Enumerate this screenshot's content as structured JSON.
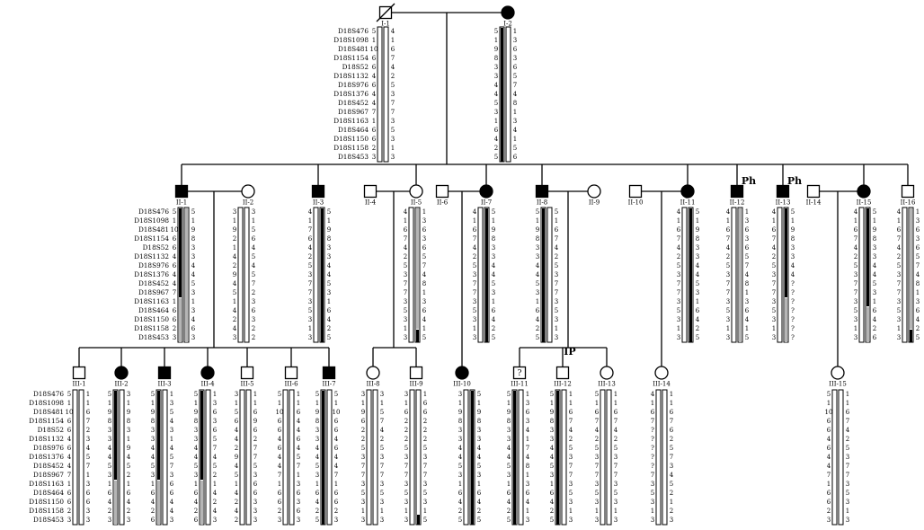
{
  "markers": [
    "D18S476",
    "D18S1098",
    "D18S481",
    "D18S1154",
    "D18S52",
    "D18S1132",
    "D18S976",
    "D18S1376",
    "D18S452",
    "D18S967",
    "D18S1163",
    "D18S464",
    "D18S1150",
    "D18S1158",
    "D18S453"
  ],
  "individuals": [
    {
      "id": "I-1",
      "sex": "M",
      "affected": false,
      "deceased": true,
      "hap_left": [
        "5",
        "1",
        "10",
        "6",
        "6",
        "4",
        "6",
        "4",
        "4",
        "7",
        "1",
        "6",
        "6",
        "2",
        "3"
      ],
      "hap_right": [
        "4",
        "1",
        "6",
        "7",
        "4",
        "2",
        "5",
        "3",
        "7",
        "7",
        "3",
        "5",
        "3",
        "1",
        "3"
      ],
      "fills": [
        "none",
        "none"
      ]
    },
    {
      "id": "I-2",
      "sex": "F",
      "affected": true,
      "hap_left": [
        "5",
        "1",
        "9",
        "8",
        "3",
        "3",
        "4",
        "4",
        "5",
        "3",
        "1",
        "6",
        "4",
        "2",
        "5"
      ],
      "hap_right": [
        "1",
        "3",
        "6",
        "3",
        "6",
        "5",
        "7",
        "4",
        "8",
        "1",
        "3",
        "4",
        "1",
        "5",
        "6"
      ],
      "fills": [
        "black",
        "none"
      ]
    },
    {
      "id": "II-1",
      "sex": "M",
      "affected": true,
      "hap_left": [
        "5",
        "1",
        "10",
        "6",
        "6",
        "4",
        "6",
        "4",
        "4",
        "7",
        "1",
        "6",
        "6",
        "2",
        "3"
      ],
      "hap_right": [
        "5",
        "1",
        "9",
        "8",
        "3",
        "3",
        "4",
        "4",
        "5",
        "3",
        "1",
        "3",
        "4",
        "6",
        "3"
      ],
      "fills": [
        "black_grey_lower",
        "grey"
      ]
    },
    {
      "id": "II-2",
      "sex": "F",
      "affected": false,
      "hap_left": [
        "3",
        "1",
        "9",
        "2",
        "1",
        "4",
        "2",
        "9",
        "4",
        "5",
        "1",
        "4",
        "2",
        "4",
        "3"
      ],
      "hap_right": [
        "3",
        "1",
        "5",
        "6",
        "4",
        "5",
        "4",
        "5",
        "7",
        "2",
        "3",
        "6",
        "3",
        "2",
        "2"
      ],
      "fills": [
        "none",
        "none"
      ]
    },
    {
      "id": "II-3",
      "sex": "M",
      "affected": true,
      "hap_left": [
        "4",
        "1",
        "7",
        "6",
        "4",
        "2",
        "5",
        "3",
        "7",
        "7",
        "3",
        "5",
        "3",
        "1",
        "3"
      ],
      "hap_right": [
        "5",
        "1",
        "9",
        "8",
        "3",
        "3",
        "4",
        "4",
        "5",
        "3",
        "1",
        "6",
        "4",
        "2",
        "5"
      ],
      "fills": [
        "none",
        "black"
      ]
    },
    {
      "id": "II-4",
      "sex": "M",
      "affected": false
    },
    {
      "id": "II-5",
      "sex": "F",
      "affected": false,
      "hap_left": [
        "4",
        "1",
        "6",
        "7",
        "4",
        "2",
        "5",
        "3",
        "7",
        "7",
        "3",
        "5",
        "3",
        "1",
        "3"
      ],
      "hap_right": [
        "1",
        "3",
        "6",
        "3",
        "6",
        "5",
        "7",
        "4",
        "8",
        "1",
        "3",
        "6",
        "4",
        "1",
        "5"
      ],
      "fills": [
        "none",
        "grey_black_tail"
      ]
    },
    {
      "id": "II-6",
      "sex": "M",
      "affected": false
    },
    {
      "id": "II-7",
      "sex": "F",
      "affected": true,
      "hap_left": [
        "4",
        "1",
        "6",
        "7",
        "4",
        "2",
        "5",
        "3",
        "7",
        "7",
        "3",
        "5",
        "3",
        "1",
        "3"
      ],
      "hap_right": [
        "5",
        "1",
        "9",
        "8",
        "3",
        "3",
        "4",
        "4",
        "5",
        "3",
        "1",
        "6",
        "4",
        "2",
        "5"
      ],
      "fills": [
        "none",
        "black"
      ]
    },
    {
      "id": "II-8",
      "sex": "M",
      "affected": true,
      "hap_left": [
        "5",
        "1",
        "9",
        "8",
        "3",
        "3",
        "4",
        "4",
        "5",
        "3",
        "1",
        "6",
        "4",
        "2",
        "5"
      ],
      "hap_right": [
        "5",
        "1",
        "6",
        "7",
        "4",
        "2",
        "5",
        "3",
        "7",
        "7",
        "3",
        "5",
        "3",
        "1",
        "3"
      ],
      "fills": [
        "black",
        "none"
      ]
    },
    {
      "id": "II-9",
      "sex": "F",
      "affected": false
    },
    {
      "id": "II-10",
      "sex": "M",
      "affected": false
    },
    {
      "id": "II-11",
      "sex": "F",
      "affected": true,
      "hap_left": [
        "4",
        "1",
        "6",
        "7",
        "4",
        "2",
        "5",
        "3",
        "7",
        "7",
        "3",
        "5",
        "3",
        "1",
        "3"
      ],
      "hap_right": [
        "5",
        "1",
        "9",
        "8",
        "3",
        "3",
        "4",
        "4",
        "5",
        "3",
        "1",
        "6",
        "4",
        "2",
        "5"
      ],
      "fills": [
        "none",
        "black"
      ]
    },
    {
      "id": "II-12",
      "sex": "M",
      "affected": true,
      "label": "Ph",
      "hap_left": [
        "4",
        "1",
        "6",
        "7",
        "4",
        "2",
        "5",
        "3",
        "7",
        "7",
        "3",
        "5",
        "3",
        "1",
        "3"
      ],
      "hap_right": [
        "1",
        "3",
        "6",
        "3",
        "6",
        "5",
        "7",
        "4",
        "8",
        "1",
        "3",
        "6",
        "4",
        "1",
        "5"
      ],
      "fills": [
        "none",
        "grey"
      ]
    },
    {
      "id": "II-13",
      "sex": "M",
      "affected": true,
      "label": "Ph",
      "hap_left": [
        "4",
        "1",
        "6",
        "7",
        "4",
        "2",
        "5",
        "3",
        "7",
        "7",
        "3",
        "5",
        "3",
        "1",
        "3"
      ],
      "hap_right": [
        "5",
        "1",
        "9",
        "8",
        "3",
        "3",
        "4",
        "4",
        "?",
        "?",
        "?",
        "?",
        "?",
        "?",
        "?"
      ],
      "fills": [
        "none",
        "black_grey_lower"
      ]
    },
    {
      "id": "II-14",
      "sex": "M",
      "affected": false
    },
    {
      "id": "II-15",
      "sex": "F",
      "affected": true,
      "hap_left": [
        "4",
        "1",
        "6",
        "7",
        "4",
        "2",
        "5",
        "3",
        "7",
        "7",
        "3",
        "5",
        "3",
        "1",
        "3"
      ],
      "hap_right": [
        "5",
        "1",
        "9",
        "8",
        "3",
        "3",
        "4",
        "4",
        "5",
        "3",
        "1",
        "6",
        "4",
        "2",
        "6"
      ],
      "fills": [
        "none",
        "black_grey_tail"
      ]
    },
    {
      "id": "II-16",
      "sex": "M",
      "affected": false,
      "hap_left": [
        "4",
        "1",
        "6",
        "7",
        "4",
        "2",
        "5",
        "3",
        "7",
        "7",
        "3",
        "5",
        "3",
        "1",
        "3"
      ],
      "hap_right": [
        "1",
        "3",
        "6",
        "3",
        "6",
        "5",
        "7",
        "4",
        "8",
        "1",
        "3",
        "6",
        "4",
        "2",
        "5"
      ],
      "fills": [
        "none",
        "grey_black_tail"
      ]
    },
    {
      "id": "III-1",
      "sex": "M",
      "affected": false,
      "hap_left": [
        "5",
        "1",
        "10",
        "6",
        "6",
        "4",
        "6",
        "4",
        "4",
        "7",
        "1",
        "6",
        "6",
        "2",
        "3"
      ],
      "hap_right": [
        "1",
        "1",
        "6",
        "7",
        "2",
        "3",
        "4",
        "5",
        "7",
        "1",
        "3",
        "6",
        "6",
        "3",
        "3"
      ],
      "fills": [
        "none",
        "none"
      ]
    },
    {
      "id": "III-2",
      "sex": "F",
      "affected": true,
      "hap_left": [
        "5",
        "1",
        "9",
        "8",
        "3",
        "3",
        "4",
        "4",
        "5",
        "3",
        "1",
        "6",
        "4",
        "2",
        "3"
      ],
      "hap_right": [
        "3",
        "1",
        "9",
        "8",
        "3",
        "1",
        "9",
        "4",
        "5",
        "2",
        "1",
        "6",
        "4",
        "2",
        "3"
      ],
      "fills": [
        "black_grey_lower",
        "none"
      ]
    },
    {
      "id": "III-3",
      "sex": "M",
      "affected": true,
      "hap_left": [
        "5",
        "1",
        "9",
        "8",
        "3",
        "3",
        "4",
        "4",
        "5",
        "3",
        "1",
        "6",
        "4",
        "2",
        "6"
      ],
      "hap_right": [
        "1",
        "3",
        "5",
        "4",
        "3",
        "1",
        "4",
        "5",
        "7",
        "3",
        "6",
        "6",
        "4",
        "4",
        "3"
      ],
      "fills": [
        "black_grey_lower",
        "none"
      ]
    },
    {
      "id": "III-4",
      "sex": "F",
      "affected": true,
      "hap_left": [
        "5",
        "1",
        "9",
        "8",
        "3",
        "3",
        "4",
        "4",
        "5",
        "3",
        "1",
        "6",
        "4",
        "2",
        "6"
      ],
      "hap_right": [
        "1",
        "3",
        "6",
        "3",
        "6",
        "5",
        "7",
        "4",
        "5",
        "2",
        "1",
        "4",
        "2",
        "4",
        "3"
      ],
      "fills": [
        "black_grey_lower",
        "none"
      ]
    },
    {
      "id": "III-5",
      "sex": "M",
      "affected": false,
      "hap_left": [
        "3",
        "1",
        "5",
        "6",
        "4",
        "4",
        "2",
        "9",
        "4",
        "5",
        "1",
        "4",
        "2",
        "4",
        "2"
      ],
      "hap_right": [
        "1",
        "1",
        "6",
        "9",
        "6",
        "2",
        "7",
        "7",
        "5",
        "3",
        "6",
        "6",
        "3",
        "3",
        "3"
      ],
      "fills": [
        "none",
        "none"
      ]
    },
    {
      "id": "III-6",
      "sex": "M",
      "affected": false,
      "hap_left": [
        "5",
        "1",
        "10",
        "6",
        "6",
        "4",
        "6",
        "4",
        "4",
        "7",
        "1",
        "6",
        "6",
        "2",
        "3"
      ],
      "hap_right": [
        "1",
        "1",
        "6",
        "4",
        "4",
        "6",
        "4",
        "5",
        "7",
        "1",
        "3",
        "6",
        "3",
        "6",
        "3"
      ],
      "fills": [
        "none",
        "none"
      ]
    },
    {
      "id": "III-7",
      "sex": "M",
      "affected": true,
      "hap_left": [
        "5",
        "1",
        "9",
        "8",
        "3",
        "3",
        "4",
        "4",
        "5",
        "3",
        "1",
        "6",
        "4",
        "2",
        "5"
      ],
      "hap_right": [
        "5",
        "1",
        "10",
        "6",
        "6",
        "4",
        "6",
        "4",
        "4",
        "7",
        "1",
        "6",
        "6",
        "2",
        "3"
      ],
      "fills": [
        "black",
        "none"
      ]
    },
    {
      "id": "III-8",
      "sex": "F",
      "affected": false,
      "hap_left": [
        "3",
        "1",
        "9",
        "6",
        "2",
        "2",
        "5",
        "3",
        "7",
        "7",
        "3",
        "5",
        "3",
        "1",
        "3"
      ],
      "hap_right": [
        "3",
        "1",
        "5",
        "7",
        "4",
        "2",
        "5",
        "3",
        "7",
        "7",
        "3",
        "5",
        "3",
        "1",
        "3"
      ],
      "fills": [
        "none",
        "none"
      ]
    },
    {
      "id": "III-9",
      "sex": "M",
      "affected": false,
      "hap_left": [
        "3",
        "1",
        "6",
        "2",
        "2",
        "2",
        "5",
        "3",
        "7",
        "7",
        "3",
        "5",
        "3",
        "1",
        "3"
      ],
      "hap_right": [
        "1",
        "6",
        "6",
        "2",
        "2",
        "2",
        "5",
        "3",
        "7",
        "7",
        "3",
        "5",
        "3",
        "1",
        "5"
      ],
      "fills": [
        "none",
        "black_tail"
      ]
    },
    {
      "id": "III-10",
      "sex": "F",
      "affected": true,
      "hap_left": [
        "3",
        "1",
        "9",
        "8",
        "3",
        "3",
        "4",
        "4",
        "5",
        "3",
        "1",
        "6",
        "4",
        "2",
        "5"
      ],
      "hap_right": [
        "5",
        "1",
        "9",
        "8",
        "3",
        "3",
        "4",
        "4",
        "5",
        "3",
        "1",
        "6",
        "4",
        "2",
        "5"
      ],
      "fills": [
        "none",
        "black"
      ]
    },
    {
      "id": "III-11",
      "sex": "M",
      "affected": false,
      "label": "?",
      "hap_left": [
        "5",
        "1",
        "9",
        "8",
        "3",
        "3",
        "4",
        "4",
        "5",
        "3",
        "1",
        "6",
        "4",
        "2",
        "5"
      ],
      "hap_right": [
        "1",
        "3",
        "6",
        "3",
        "4",
        "1",
        "7",
        "4",
        "8",
        "1",
        "3",
        "6",
        "4",
        "1",
        "3"
      ],
      "fills": [
        "black",
        "none"
      ]
    },
    {
      "id": "III-12",
      "sex": "M",
      "affected": false,
      "label": "IP",
      "hap_left": [
        "5",
        "1",
        "9",
        "8",
        "3",
        "3",
        "4",
        "4",
        "5",
        "3",
        "1",
        "6",
        "4",
        "2",
        "5"
      ],
      "hap_right": [
        "1",
        "1",
        "6",
        "7",
        "4",
        "2",
        "5",
        "3",
        "7",
        "7",
        "3",
        "5",
        "3",
        "1",
        "3"
      ],
      "fills": [
        "black",
        "none"
      ]
    },
    {
      "id": "III-13",
      "sex": "F",
      "affected": false,
      "hap_left": [
        "5",
        "1",
        "6",
        "7",
        "4",
        "2",
        "5",
        "3",
        "7",
        "7",
        "3",
        "5",
        "3",
        "1",
        "3"
      ],
      "hap_right": [
        "1",
        "1",
        "6",
        "7",
        "4",
        "2",
        "5",
        "3",
        "7",
        "7",
        "3",
        "5",
        "3",
        "1",
        "3"
      ],
      "fills": [
        "none",
        "none"
      ]
    },
    {
      "id": "III-14",
      "sex": "F",
      "affected": false,
      "hap_left": [
        "4",
        "1",
        "6",
        "7",
        "?",
        "?",
        "?",
        "?",
        "?",
        "7",
        "3",
        "5",
        "3",
        "1",
        "3"
      ],
      "hap_right": [
        "1",
        "1",
        "6",
        "7",
        "6",
        "2",
        "5",
        "7",
        "3",
        "4",
        "5",
        "2",
        "1",
        "2",
        "3"
      ],
      "fills": [
        "none",
        "none"
      ]
    },
    {
      "id": "III-15",
      "sex": "F",
      "affected": false,
      "hap_left": [
        "5",
        "1",
        "10",
        "6",
        "6",
        "4",
        "6",
        "4",
        "4",
        "7",
        "1",
        "6",
        "6",
        "2",
        "3"
      ],
      "hap_right": [
        "1",
        "1",
        "6",
        "7",
        "4",
        "2",
        "5",
        "3",
        "7",
        "7",
        "3",
        "5",
        "3",
        "1",
        "3"
      ],
      "fills": [
        "none",
        "none"
      ]
    }
  ],
  "colors": {
    "affected": "#000000",
    "recomb": "#b5b5b5",
    "line": "#000000",
    "background": "#ffffff"
  }
}
